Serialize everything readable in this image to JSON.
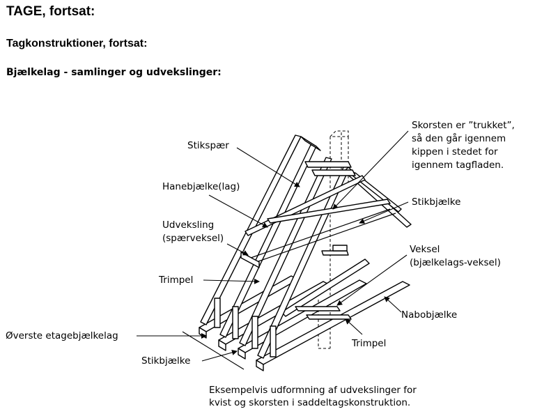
{
  "header": {
    "title": "TAGE, fortsat:",
    "subtitle": "Tagkonstruktioner, fortsat:",
    "section": "Bjælkelag - samlinger og udvekslinger:"
  },
  "diagram": {
    "labels": {
      "stikspaer": "Stikspær",
      "hanebjaelke": "Hanebjælke(lag)",
      "udveksling_1": "Udveksling",
      "udveksling_2": "(spærveksel)",
      "trimpel_left": "Trimpel",
      "overste": "Øverste etagebjælkelag",
      "stikbjaelke_bottom": "Stikbjælke",
      "skorsten_1": "Skorsten er ”trukket”,",
      "skorsten_2": "så den går igennem",
      "skorsten_3": "kippen i stedet for",
      "skorsten_4": "igennem tagfladen.",
      "stikbjaelke_right": "Stikbjælke",
      "veksel_1": "Veksel",
      "veksel_2": "(bjælkelags-veksel)",
      "nabobjaelke": "Nabobjælke",
      "trimpel_right": "Trimpel"
    },
    "caption_1": "Eksempelvis udformning af udvekslinger for",
    "caption_2": "kvist og skorsten i saddeltagskonstruktion."
  }
}
